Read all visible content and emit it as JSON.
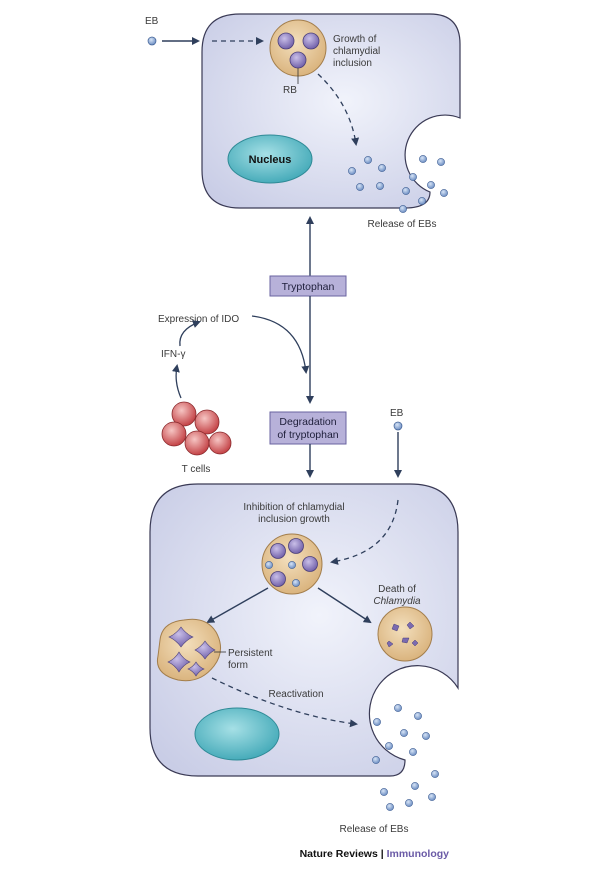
{
  "top_cell": {
    "eb_label": "EB",
    "growth_line1": "Growth of",
    "growth_line2": "chlamydial",
    "growth_line3": "inclusion",
    "rb_label": "RB",
    "nucleus_label": "Nucleus",
    "release_label": "Release of EBs"
  },
  "middle": {
    "tryptophan_label": "Tryptophan",
    "ido_label": "Expression of IDO",
    "ifn_label": "IFN-γ",
    "tcells_label": "T cells",
    "degradation_line1": "Degradation",
    "degradation_line2": "of tryptophan",
    "eb_label": "EB"
  },
  "bottom_cell": {
    "inhibition_line1": "Inhibition of chlamydial",
    "inhibition_line2": "inclusion growth",
    "death_line1": "Death of",
    "death_line2": "Chlamydia",
    "persistent_line1": "Persistent",
    "persistent_line2": "form",
    "reactivation_label": "Reactivation",
    "release_label": "Release of EBs"
  },
  "footer": {
    "journal": "Nature Reviews",
    "separator": " | ",
    "section": "Immunology"
  },
  "colors": {
    "cell_fill": "#d9dcef",
    "cell_stroke": "#3a3a55",
    "nucleus_fill": "#6fc4d0",
    "inclusion_fill": "#e4c89c",
    "rb_fill": "#8a7ab8",
    "eb_fill": "#8fa9d3",
    "tcell_fill": "#d96466",
    "box_fill": "#b7b1d9",
    "footer_accent": "#6a5aa6"
  }
}
